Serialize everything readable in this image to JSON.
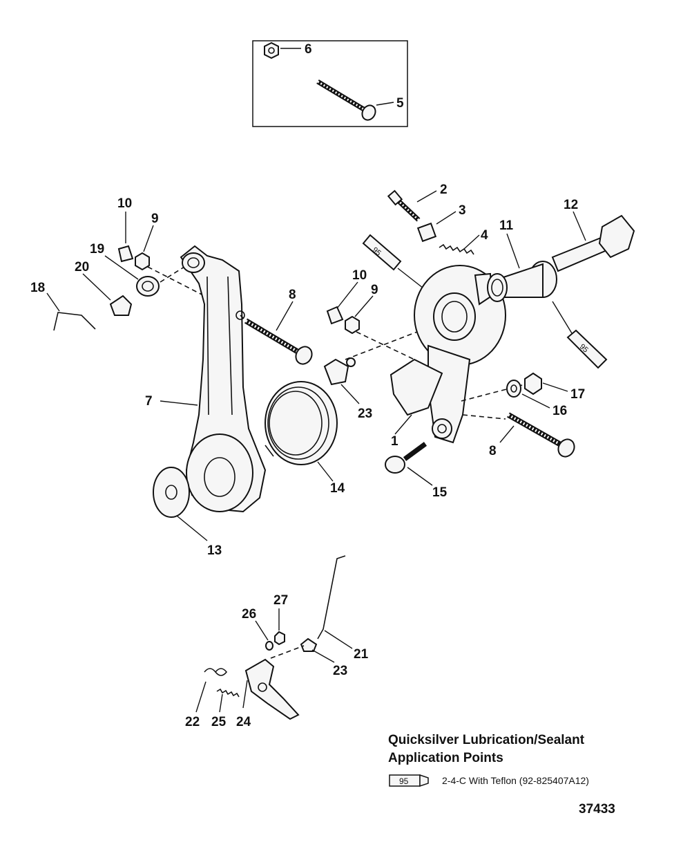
{
  "callouts": {
    "c1": "1",
    "c2": "2",
    "c3": "3",
    "c4": "4",
    "c5": "5",
    "c6": "6",
    "c7": "7",
    "c8a": "8",
    "c8b": "8",
    "c9a": "9",
    "c9b": "9",
    "c10a": "10",
    "c10b": "10",
    "c11": "11",
    "c12": "12",
    "c13": "13",
    "c14": "14",
    "c15": "15",
    "c16": "16",
    "c17": "17",
    "c18": "18",
    "c19": "19",
    "c20": "20",
    "c21": "21",
    "c22": "22",
    "c23a": "23",
    "c23b": "23",
    "c24": "24",
    "c25": "25",
    "c26": "26",
    "c27": "27"
  },
  "tube_label": "95",
  "legend": {
    "title_line1": "Quicksilver Lubrication/Sealant",
    "title_line2": "Application Points",
    "tube_code": "95",
    "item_text": "2-4-C With Teflon (92-825407A12)"
  },
  "diagram_id": "37433"
}
